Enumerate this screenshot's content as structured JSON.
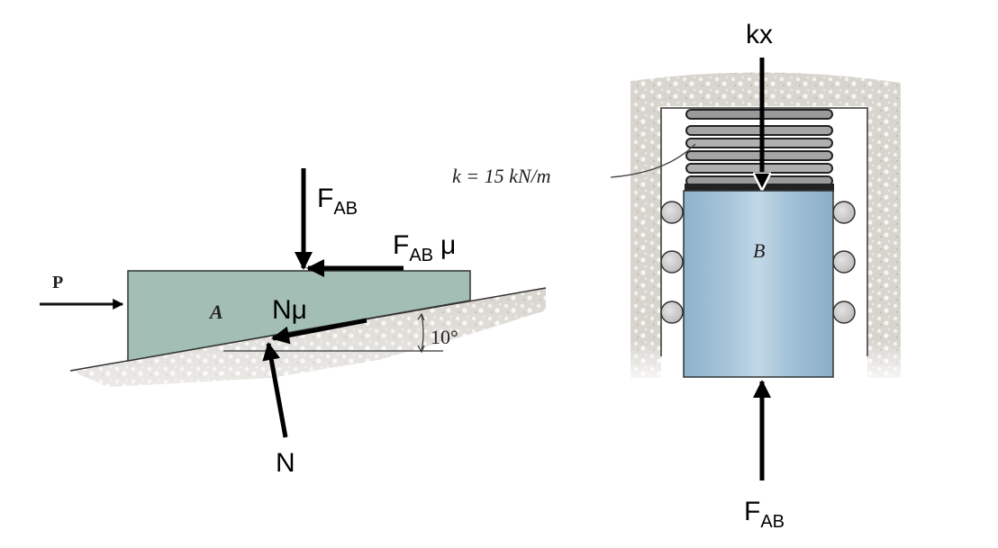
{
  "left_figure": {
    "block_label": "A",
    "applied_force": "P",
    "angle_label": "10°",
    "forces": {
      "fab": {
        "main": "F",
        "sub": "AB"
      },
      "fab_mu": {
        "main": "F",
        "sub": "AB",
        "suffix": "μ"
      },
      "n_mu": "Nμ",
      "n": "N"
    }
  },
  "right_figure": {
    "block_label": "B",
    "spring_label": "k = 15 kN/m",
    "forces": {
      "kx": "kx",
      "fab": {
        "main": "F",
        "sub": "AB"
      }
    }
  },
  "colors": {
    "block_a": "#a3bfb5",
    "block_b": "#a9c8dc",
    "ground": "#d9d6d0",
    "arrow": "#000000"
  }
}
